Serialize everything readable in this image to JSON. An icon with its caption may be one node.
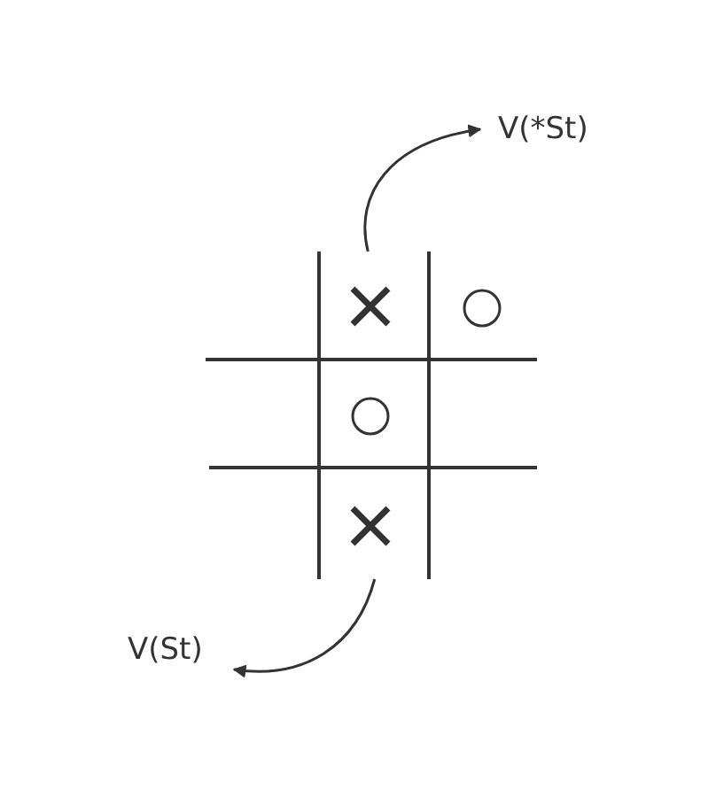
{
  "diagram": {
    "nodes": [
      {
        "text": [
          "V(*St)"
        ]
      },
      {
        "text": [
          "V(St)"
        ]
      },
      {
        "text": [],
        "shape": "grid"
      }
    ],
    "edges": [
      {
        "from": 2,
        "to": 0,
        "arrow": "to"
      },
      {
        "from": 2,
        "to": 1,
        "arrow": "to"
      }
    ]
  }
}
